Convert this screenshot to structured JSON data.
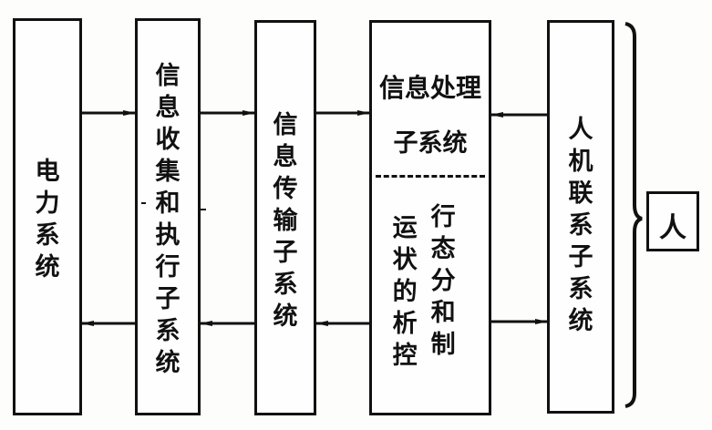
{
  "blocks": {
    "power_system": "电力系统",
    "collect_exec": "信息收集和执行子系统",
    "transmission": "信息传输子系统",
    "processing_title": "信息处理",
    "processing_sub": "子系统",
    "analysis_col1": "运状的析控",
    "analysis_col2": "行态分和制",
    "hmi": "人机联系子系统",
    "person": "人"
  },
  "colors": {
    "ink": "#111111",
    "paper": "#fdfdfb"
  }
}
